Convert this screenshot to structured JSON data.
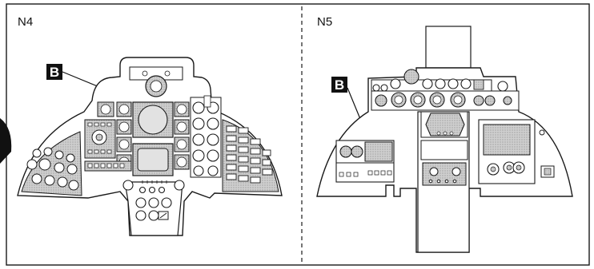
{
  "panels": [
    {
      "id": "N4",
      "title": "N4",
      "callout": "B"
    },
    {
      "id": "N5",
      "title": "N5",
      "callout": "B"
    }
  ],
  "colors": {
    "line": "#1a1a1a",
    "panel_fill": "#ffffff",
    "highlight_fill": "#d6d6d6",
    "callout_bg": "#111111",
    "callout_text": "#ffffff"
  }
}
